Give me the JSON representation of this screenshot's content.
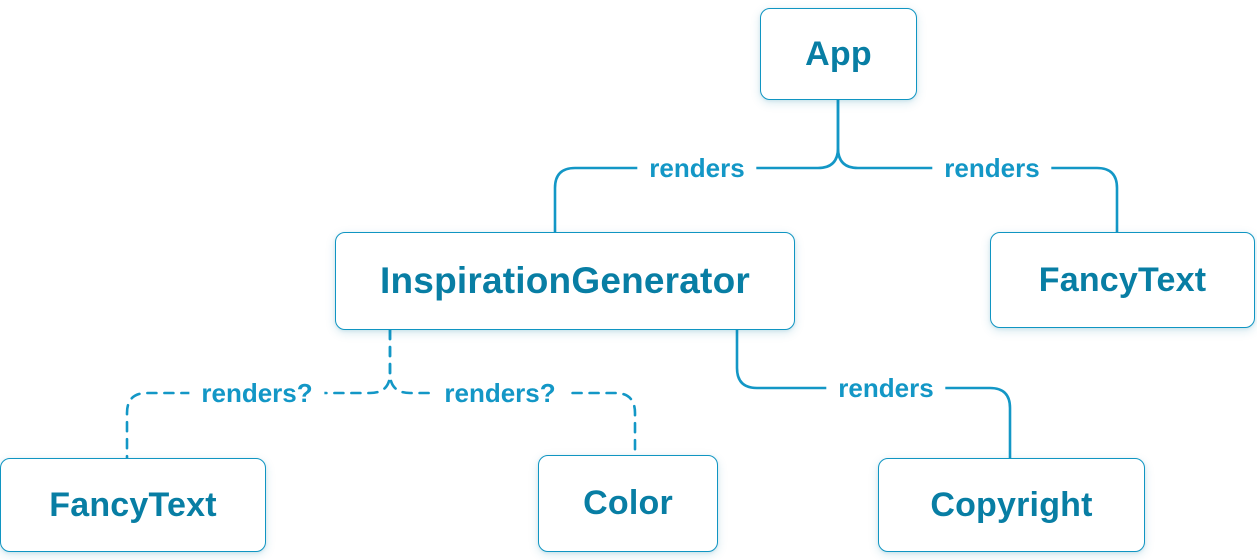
{
  "diagram": {
    "title": "React render tree diagram",
    "background_color": "#ffffff",
    "accent_color": "#087ea4",
    "line_color": "#1397c6",
    "nodes": [
      {
        "id": "app",
        "label": "App"
      },
      {
        "id": "inspiration-generator",
        "label": "InspirationGenerator"
      },
      {
        "id": "fancy-text-top",
        "label": "FancyText"
      },
      {
        "id": "fancy-text-bottom",
        "label": "FancyText"
      },
      {
        "id": "color",
        "label": "Color"
      },
      {
        "id": "copyright",
        "label": "Copyright"
      }
    ],
    "edges": [
      {
        "from": "App",
        "to": "InspirationGenerator",
        "label": "renders",
        "style": "solid"
      },
      {
        "from": "App",
        "to": "FancyText",
        "label": "renders",
        "style": "solid"
      },
      {
        "from": "InspirationGenerator",
        "to": "FancyText",
        "label": "renders?",
        "style": "dashed"
      },
      {
        "from": "InspirationGenerator",
        "to": "Color",
        "label": "renders?",
        "style": "dashed"
      },
      {
        "from": "InspirationGenerator",
        "to": "Copyright",
        "label": "renders",
        "style": "solid"
      }
    ]
  }
}
